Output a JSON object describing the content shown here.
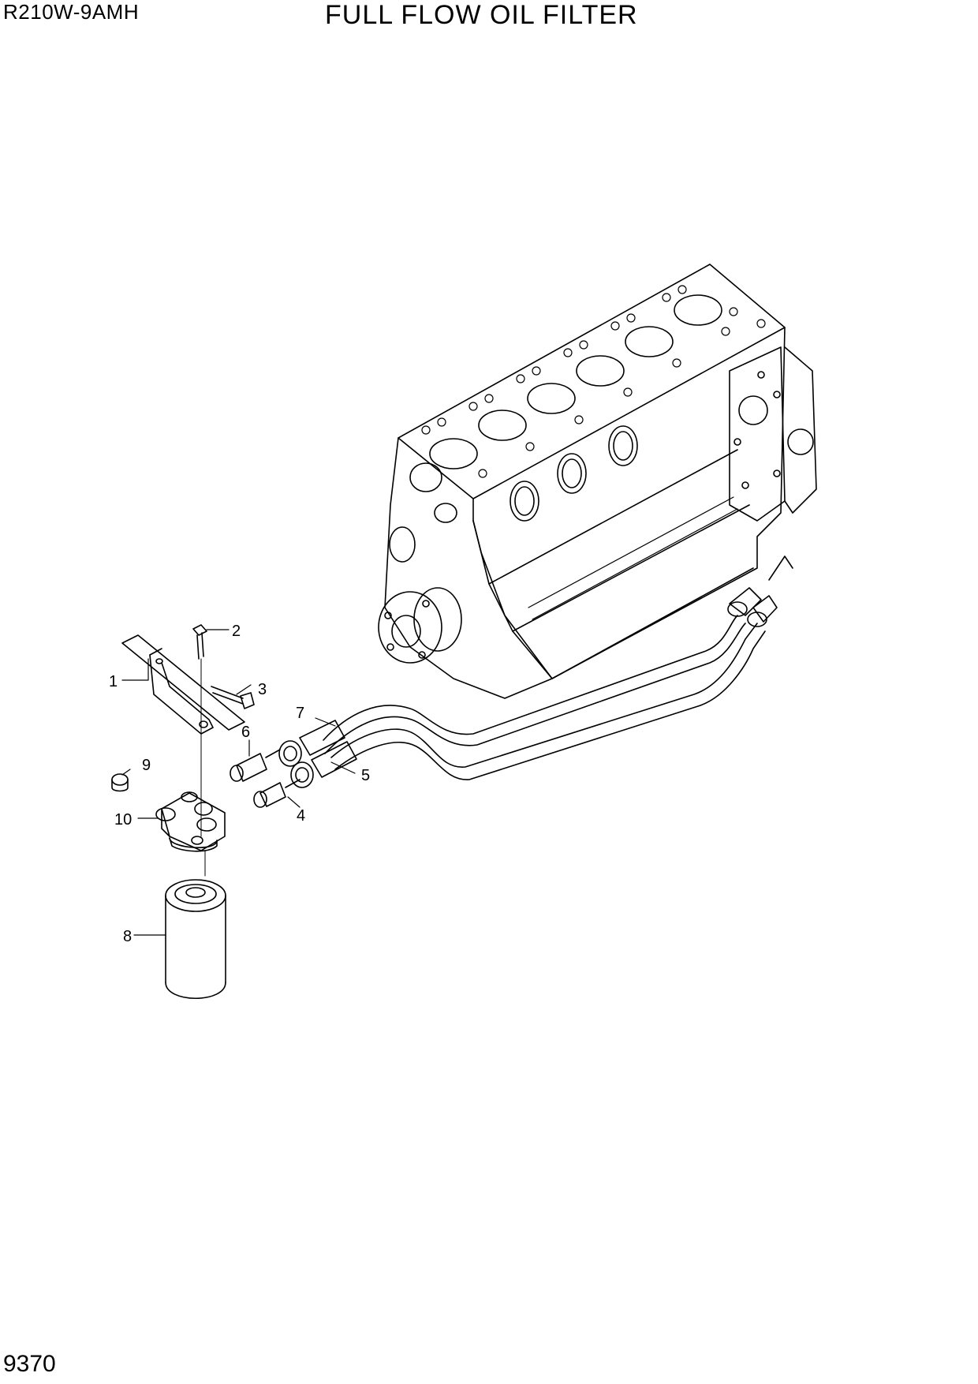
{
  "header": {
    "model": "R210W-9AMH",
    "title": "FULL FLOW OIL FILTER"
  },
  "footer": {
    "page_number": "9370"
  },
  "callouts": [
    {
      "id": "1",
      "label": "1"
    },
    {
      "id": "2",
      "label": "2"
    },
    {
      "id": "3",
      "label": "3"
    },
    {
      "id": "4",
      "label": "4"
    },
    {
      "id": "5",
      "label": "5"
    },
    {
      "id": "6",
      "label": "6"
    },
    {
      "id": "7",
      "label": "7"
    },
    {
      "id": "8",
      "label": "8"
    },
    {
      "id": "9",
      "label": "9"
    },
    {
      "id": "10",
      "label": "10"
    }
  ]
}
